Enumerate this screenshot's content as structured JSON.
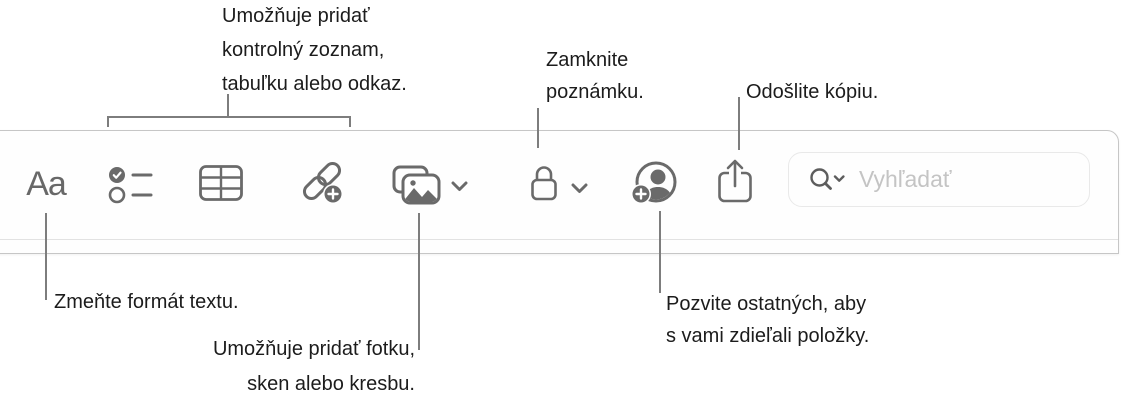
{
  "app": "Notes toolbar help diagram (Slovak)",
  "callouts": {
    "add_items": {
      "lines": [
        "Umožňuje pridať",
        "kontrolný zoznam,",
        "tabuľku alebo odkaz."
      ]
    },
    "lock_note": {
      "lines": [
        "Zamknite",
        "poznámku."
      ]
    },
    "send_copy": {
      "text": "Odošlite kópiu."
    },
    "format_text": {
      "text": "Zmeňte formát textu."
    },
    "add_photo": {
      "lines": [
        "Umožňuje pridať fotku,",
        "sken alebo kresbu."
      ]
    },
    "invite_others": {
      "lines": [
        "Pozvite ostatných, aby",
        "s vami zdieľali položky."
      ]
    }
  },
  "toolbar": {
    "format_button_label": "Aa",
    "buttons": [
      "text-format",
      "checklist",
      "table",
      "add-link",
      "media",
      "lock",
      "add-people",
      "share"
    ],
    "search": {
      "placeholder": "Vyhľadať"
    }
  },
  "colors": {
    "icon_gray": "#6a6a6a",
    "callout_line": "#7d7d7d",
    "text": "#1c1c1c",
    "window_border": "#c6c6c6",
    "search_border": "#e9e9e9",
    "placeholder": "#c4c4c4"
  }
}
